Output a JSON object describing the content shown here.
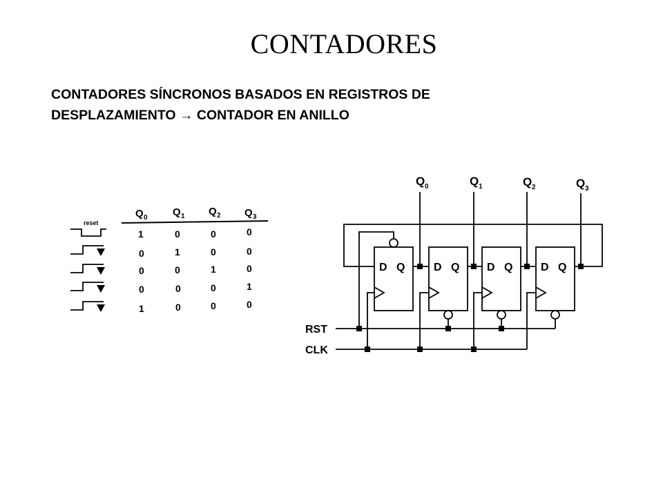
{
  "slide": {
    "title": "CONTADORES",
    "subtitle_line1": "CONTADORES SÍNCRONOS BASADOS EN REGISTROS DE",
    "subtitle_line2": "DESPLAZAMIENTO → CONTADOR EN ANILLO"
  },
  "state_table": {
    "reset_label": "reset",
    "headers": [
      {
        "base": "Q",
        "sub": "0"
      },
      {
        "base": "Q",
        "sub": "1"
      },
      {
        "base": "Q",
        "sub": "2"
      },
      {
        "base": "Q",
        "sub": "3"
      }
    ],
    "rows": [
      [
        "1",
        "0",
        "0",
        "0"
      ],
      [
        "0",
        "1",
        "0",
        "0"
      ],
      [
        "0",
        "0",
        "1",
        "0"
      ],
      [
        "0",
        "0",
        "0",
        "1"
      ],
      [
        "1",
        "0",
        "0",
        "0"
      ]
    ]
  },
  "circuit": {
    "outputs": [
      {
        "base": "Q",
        "sub": "0"
      },
      {
        "base": "Q",
        "sub": "1"
      },
      {
        "base": "Q",
        "sub": "2"
      },
      {
        "base": "Q",
        "sub": "3"
      }
    ],
    "ff_d_label": "D",
    "ff_q_label": "Q",
    "rst_label": "RST",
    "clk_label": "CLK"
  }
}
